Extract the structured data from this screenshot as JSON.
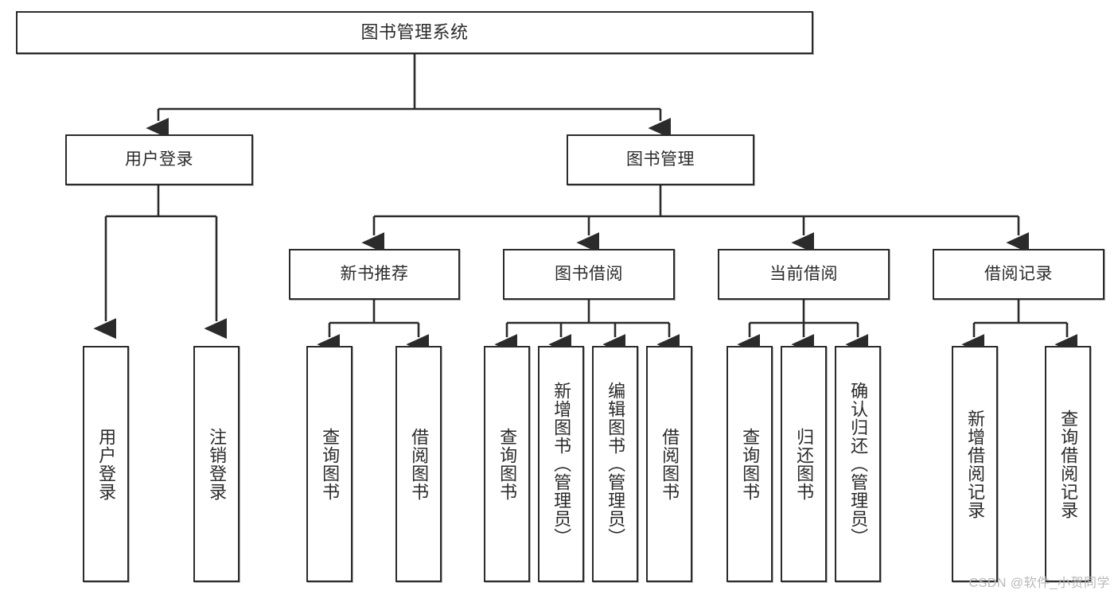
{
  "diagram": {
    "type": "tree-hierarchy",
    "title": "图书管理系统",
    "nodes": {
      "root": {
        "label": "图书管理系统"
      },
      "level2": [
        {
          "id": "user-login",
          "label": "用户登录"
        },
        {
          "id": "book-management",
          "label": "图书管理"
        }
      ],
      "level3": [
        {
          "id": "new-book-recommend",
          "label": "新书推荐"
        },
        {
          "id": "book-borrow",
          "label": "图书借阅"
        },
        {
          "id": "current-borrow",
          "label": "当前借阅"
        },
        {
          "id": "borrow-record",
          "label": "借阅记录"
        }
      ],
      "leaves": {
        "user_login": [
          {
            "id": "leaf-user-login",
            "label": "用户登录"
          },
          {
            "id": "leaf-logout-login",
            "label": "注销登录"
          }
        ],
        "new_book_recommend": [
          {
            "id": "leaf-query-book-1",
            "label": "查询图书"
          },
          {
            "id": "leaf-borrow-book-1",
            "label": "借阅图书"
          }
        ],
        "book_borrow": [
          {
            "id": "leaf-query-book-2",
            "label": "查询图书"
          },
          {
            "id": "leaf-add-book",
            "label": "新增图书（管理员）"
          },
          {
            "id": "leaf-edit-book",
            "label": "编辑图书（管理员）"
          },
          {
            "id": "leaf-borrow-book-2",
            "label": "借阅图书"
          }
        ],
        "current_borrow": [
          {
            "id": "leaf-query-book-3",
            "label": "查询图书"
          },
          {
            "id": "leaf-return-book",
            "label": "归还图书"
          },
          {
            "id": "leaf-confirm-return",
            "label": "确认归还（管理员）"
          }
        ],
        "borrow_record": [
          {
            "id": "leaf-add-borrow-record",
            "label": "新增借阅记录"
          },
          {
            "id": "leaf-query-borrow-record",
            "label": "查询借阅记录"
          }
        ]
      }
    },
    "colors": {
      "stroke": "#2b2b2b",
      "fill": "#ffffff",
      "background": "#ffffff",
      "watermark": "#b9b9b9"
    }
  },
  "watermark": {
    "text": "CSDN @软件_小贺同学"
  }
}
